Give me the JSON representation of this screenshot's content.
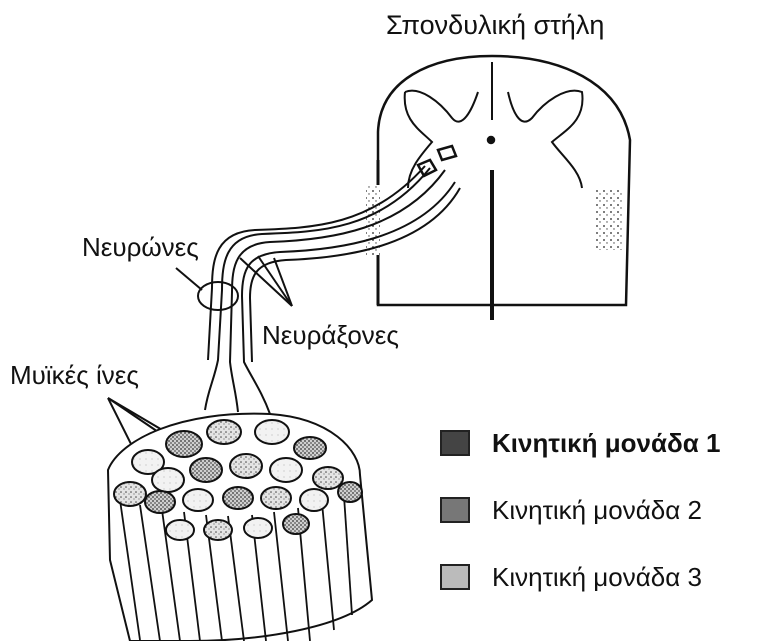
{
  "labels": {
    "spinal_cord": "Σπονδυλική στήλη",
    "neurons": "Νευρώνες",
    "axons": "Νευράξονες",
    "muscle_fibres": "Μυϊκές ίνες"
  },
  "legend": [
    {
      "label": "Κινητική μονάδα 1",
      "pattern": "dense",
      "color": "#444444"
    },
    {
      "label": "Κινητική μονάδα 2",
      "pattern": "speckled",
      "color": "#777777"
    },
    {
      "label": "Κινητική μονάδα 3",
      "pattern": "light",
      "color": "#bbbbbb"
    }
  ]
}
